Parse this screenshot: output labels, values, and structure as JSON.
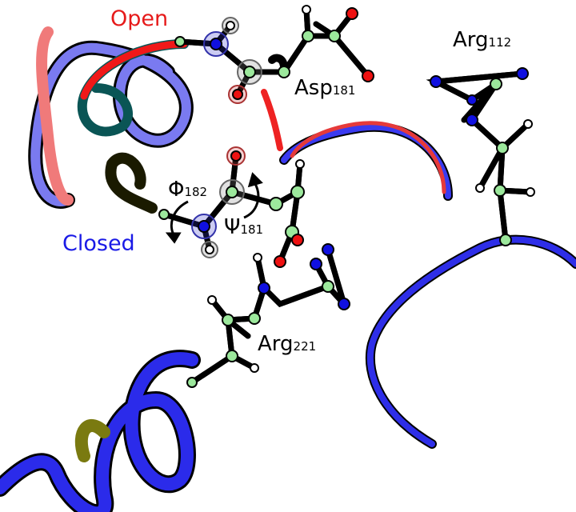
{
  "labels": {
    "open": "Open",
    "closed": "Closed",
    "asp": {
      "name": "Asp",
      "num": "181"
    },
    "arg112": {
      "name": "Arg",
      "num": "112"
    },
    "arg221": {
      "name": "Arg",
      "num": "221"
    },
    "phi": {
      "sym": "Φ",
      "num": "182"
    },
    "psi": {
      "sym": "Ψ",
      "num": "181"
    }
  },
  "colors": {
    "open": "#e61a1a",
    "closed": "#1a1ae6",
    "carbon": "#9ce89c",
    "nitrogen": "#1010e0",
    "oxygen": "#ee1111"
  }
}
